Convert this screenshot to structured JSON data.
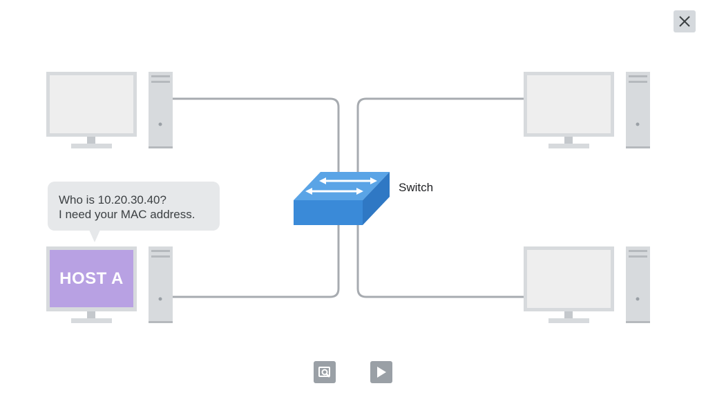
{
  "dialog": {
    "close_icon": "close-icon"
  },
  "diagram": {
    "speech_bubble": {
      "line1": "Who is 10.20.30.40?",
      "line2": "I need your MAC address."
    },
    "host_a_label": "HOST A",
    "switch_label": "Switch",
    "colors": {
      "cable": "#a7abb0",
      "monitor_frame": "#d7dadd",
      "screen": "#eeeeee",
      "host_a_screen": "#b8a1e3",
      "switch_top": "#5aa4e6",
      "switch_side": "#2f78c4",
      "bubble": "#e6e8ea"
    }
  },
  "controls": {
    "zoom_icon": "zoom-icon",
    "play_icon": "play-icon"
  }
}
